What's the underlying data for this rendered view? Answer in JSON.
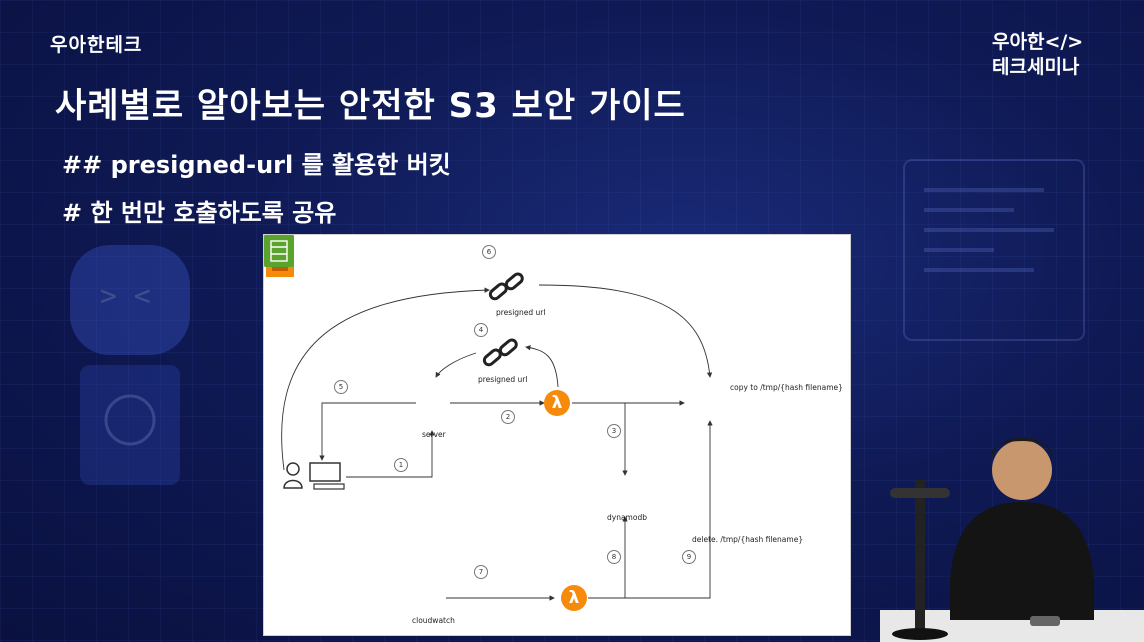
{
  "brand": {
    "left": "우아한테크",
    "right_line1": "우아한</>",
    "right_line2": "테크세미나"
  },
  "slide": {
    "title": "사례별로 알아보는 안전한 S3 보안 가이드",
    "subtitle1": "## presigned-url 를 활용한 버킷",
    "subtitle2": "# 한 번만 호출하도록 공유"
  },
  "diagram": {
    "labels": {
      "presigned_url_top": "presigned url",
      "presigned_url_mid": "presigned url",
      "server": "server",
      "copy_to": "copy to /tmp/{hash filename}",
      "dynamodb": "dynamodb",
      "delete": "delete. /tmp/{hash filename}",
      "cloudwatch": "cloudwatch"
    },
    "steps": [
      "1",
      "2",
      "3",
      "4",
      "5",
      "6",
      "7",
      "8",
      "9"
    ],
    "icons": {
      "lambda_glyph": "λ",
      "link": "link-icon",
      "server": "ec2-server-icon",
      "bucket": "s3-bucket-icon",
      "dynamo": "dynamodb-icon",
      "cloudwatch": "cloudwatch-icon",
      "user": "user-computer-icon"
    },
    "colors": {
      "lambda": "#f58a0b",
      "s3": "#2e8b26",
      "dynamodb": "#3a4fc4",
      "cloudwatch": "#5aa42e",
      "ec2": "#f58a0b"
    }
  }
}
